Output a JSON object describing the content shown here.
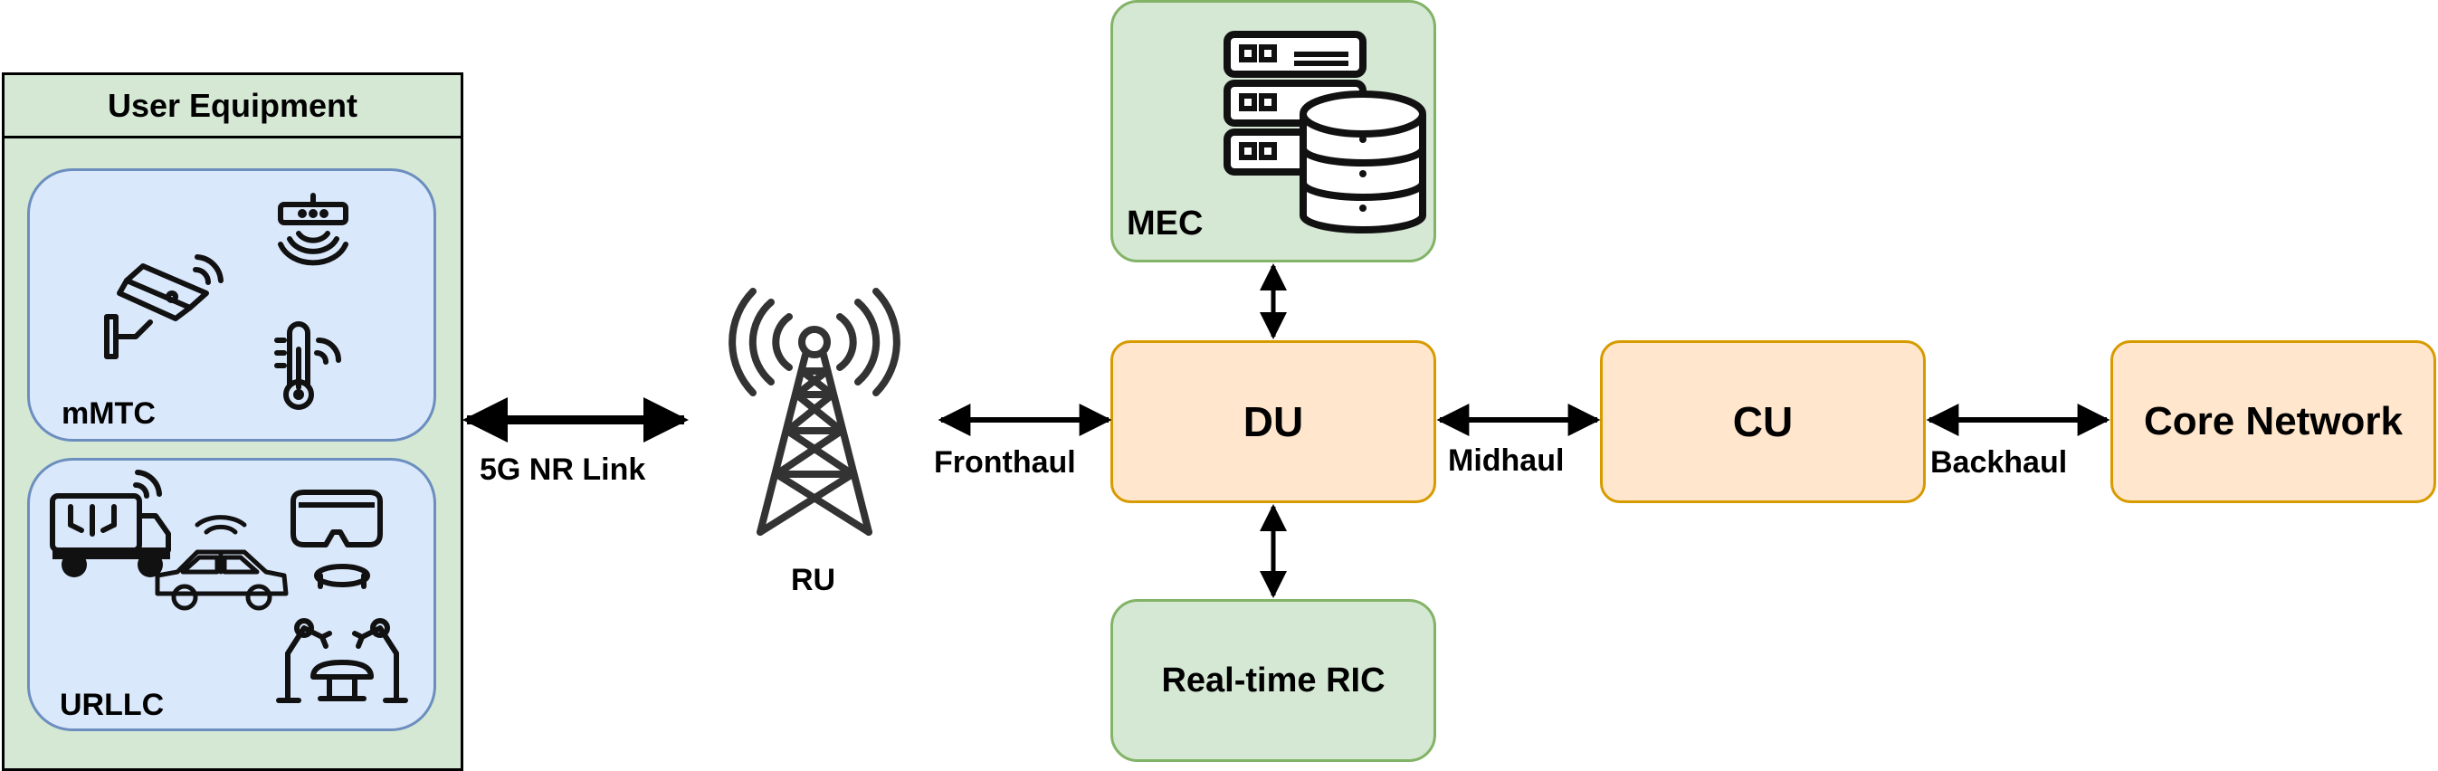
{
  "ue": {
    "title": "User Equipment",
    "groups": [
      {
        "label": "mMTC"
      },
      {
        "label": "URLLC"
      }
    ]
  },
  "links": {
    "radio": "5G NR Link",
    "fronthaul": "Fronthaul",
    "midhaul": "Midhaul",
    "backhaul": "Backhaul"
  },
  "ru": {
    "label": "RU"
  },
  "du": {
    "label": "DU"
  },
  "cu": {
    "label": "CU"
  },
  "core": {
    "label": "Core Network"
  },
  "mec": {
    "label": "MEC"
  },
  "ric": {
    "label": "Real-time RIC"
  },
  "colors": {
    "ue_fill": "#d5e8d4",
    "group_fill": "#dae8fc",
    "group_border": "#6c8ebf",
    "node_fill": "#ffe6cc",
    "node_border": "#d79b00",
    "green_fill": "#d5e8d4",
    "green_border": "#82b366"
  },
  "icons": [
    "security-camera-icon",
    "wireless-sensor-icon",
    "thermometer-sensor-icon",
    "connected-truck-icon",
    "connected-car-icon",
    "vr-headset-icon",
    "robot-arms-icon",
    "cell-tower-icon",
    "server-database-icon"
  ]
}
